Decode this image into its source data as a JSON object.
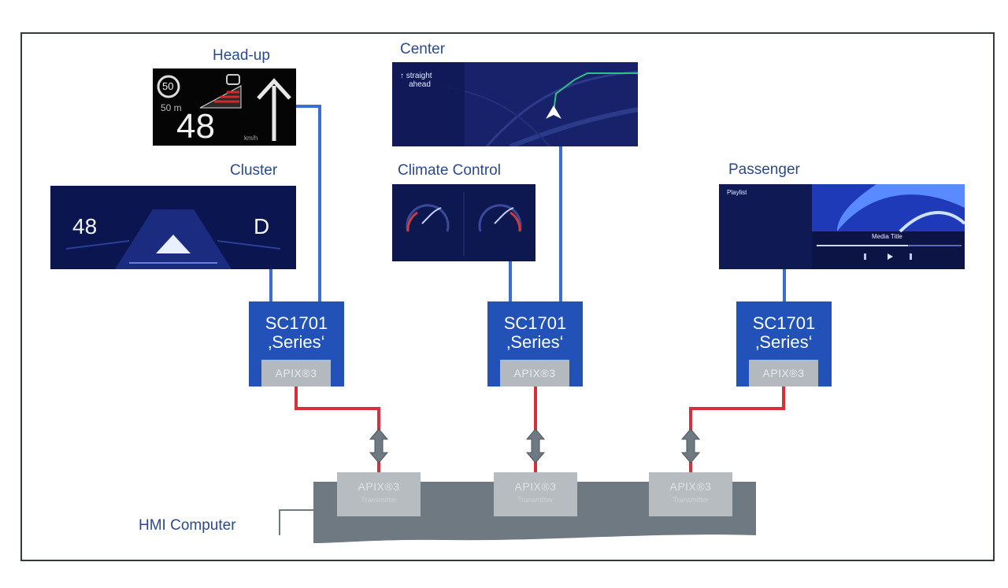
{
  "labels": {
    "head_up": "Head-up",
    "center": "Center",
    "cluster": "Cluster",
    "climate": "Climate Control",
    "passenger": "Passenger",
    "hmi": "HMI Computer"
  },
  "head_up_screen": {
    "speed_limit": "50",
    "distance": "50 m",
    "speed": "48",
    "unit": "km/h"
  },
  "center_screen": {
    "direction": "↑ straight\n    ahead"
  },
  "cluster_screen": {
    "speed": "48",
    "gear": "D"
  },
  "passenger_screen": {
    "playlist": "Playlist",
    "track_title": "Media Title"
  },
  "chips": [
    {
      "title": "SC1701\n‚Series‘",
      "apix": "APIX®3"
    },
    {
      "title": "SC1701\n‚Series‘",
      "apix": "APIX®3"
    },
    {
      "title": "SC1701\n‚Series‘",
      "apix": "APIX®3"
    }
  ],
  "transmitters": [
    {
      "name": "APIX®3",
      "sub": "Transmitter"
    },
    {
      "name": "APIX®3",
      "sub": "Transmitter"
    },
    {
      "name": "APIX®3",
      "sub": "Transmitter"
    }
  ],
  "colors": {
    "label": "#2b4a8c",
    "chip": "#2252b8",
    "blue_link": "#3a6fd0",
    "red_link": "#d8303a",
    "computer": "#6f7981",
    "apix": "#b4b9bf"
  }
}
